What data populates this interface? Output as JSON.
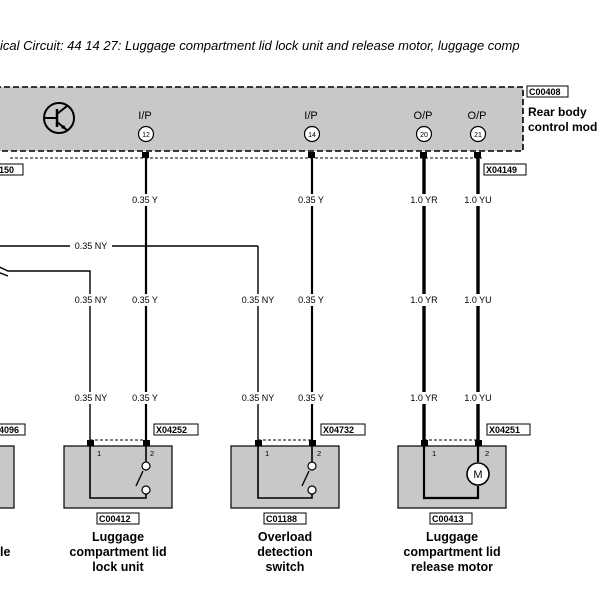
{
  "title": "ical Circuit: 44 14 27: Luggage compartment lid lock unit and release motor, luggage comp",
  "module": {
    "code": "C00408",
    "name_line1": "Rear body",
    "name_line2": "control mod",
    "pins": [
      {
        "type": "I/P",
        "num": "12"
      },
      {
        "type": "I/P",
        "num": "14"
      },
      {
        "type": "O/P",
        "num": "20"
      },
      {
        "type": "O/P",
        "num": "21"
      }
    ]
  },
  "connectors": {
    "left_top": "150",
    "right_top": "X04149",
    "left_bottom": "4096",
    "lock": "X04252",
    "switch": "X04732",
    "motor": "X04251"
  },
  "wires": {
    "y": "0.35 Y",
    "ny": "0.35 NY",
    "yr": "1.0 YR",
    "yu": "1.0 YU"
  },
  "components": [
    {
      "code": "C00412",
      "line1": "Luggage",
      "line2": "compartment lid",
      "line3": "lock unit",
      "pin1": "1",
      "pin2": "2"
    },
    {
      "code": "C01188",
      "line1": "Overload",
      "line2": "detection",
      "line3": "switch",
      "pin1": "1",
      "pin2": "2"
    },
    {
      "code": "C00413",
      "line1": "Luggage",
      "line2": "compartment lid",
      "line3": "release motor",
      "pin1": "1",
      "pin2": "2"
    }
  ],
  "partial_label": "le",
  "motor_symbol": "M"
}
